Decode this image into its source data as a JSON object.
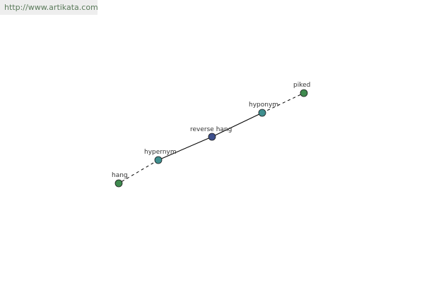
{
  "header": {
    "url_text": "http://www.artikata.com"
  },
  "colors": {
    "header_background": "#eeeeee",
    "url_text": "#5a7a5a",
    "edge": "#000000",
    "center_node": "#3d4f8c",
    "relation_node": "#3f8f8f",
    "word_node": "#3f8a4f",
    "node_outline": "#1a1a1a"
  },
  "graph": {
    "center": {
      "label": "reverse hang",
      "icon": "center-node"
    },
    "relations": [
      {
        "label": "hypernym",
        "icon": "relation-node",
        "target": {
          "label": "hang",
          "icon": "word-node"
        }
      },
      {
        "label": "hyponym",
        "icon": "relation-node",
        "target": {
          "label": "piked",
          "icon": "word-node"
        }
      }
    ]
  }
}
